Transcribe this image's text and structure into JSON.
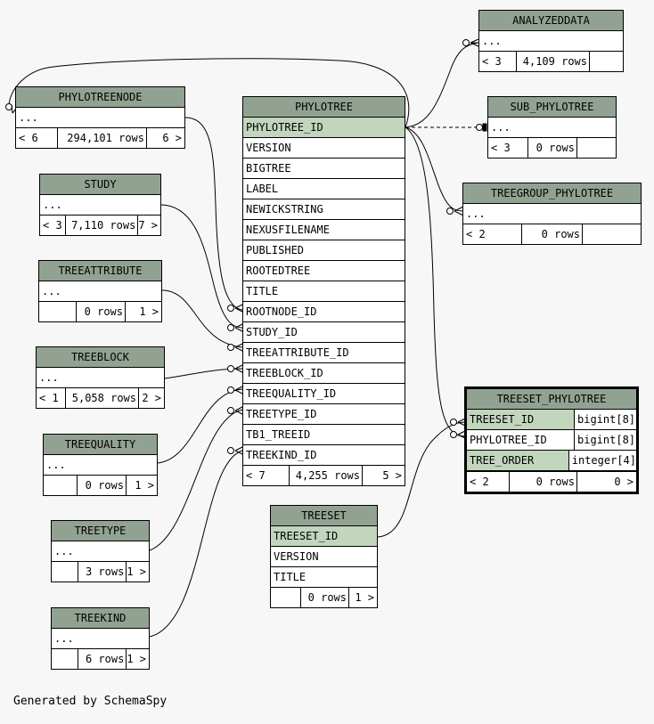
{
  "generated_by": "Generated by SchemaSpy",
  "tables": {
    "analyzeddata": {
      "name": "ANALYZEDDATA",
      "cols": [
        "..."
      ],
      "foot": [
        "< 3",
        "4,109 rows",
        ""
      ]
    },
    "phylotreenode": {
      "name": "PHYLOTREENODE",
      "cols": [
        "..."
      ],
      "foot": [
        "< 6",
        "294,101 rows",
        "6 >"
      ]
    },
    "phylotree": {
      "name": "PHYLOTREE",
      "pk": "PHYLOTREE_ID",
      "cols": [
        "VERSION",
        "BIGTREE",
        "LABEL",
        "NEWICKSTRING",
        "NEXUSFILENAME",
        "PUBLISHED",
        "ROOTEDTREE",
        "TITLE",
        "ROOTNODE_ID",
        "STUDY_ID",
        "TREEATTRIBUTE_ID",
        "TREEBLOCK_ID",
        "TREEQUALITY_ID",
        "TREETYPE_ID",
        "TB1_TREEID",
        "TREEKIND_ID"
      ],
      "foot": [
        "< 7",
        "4,255 rows",
        "5 >"
      ]
    },
    "sub_phylotree": {
      "name": "SUB_PHYLOTREE",
      "cols": [
        "..."
      ],
      "foot": [
        "< 3",
        "0 rows",
        ""
      ]
    },
    "treegroup_phylotree": {
      "name": "TREEGROUP_PHYLOTREE",
      "cols": [
        "..."
      ],
      "foot": [
        "< 2",
        "0 rows",
        ""
      ]
    },
    "study": {
      "name": "STUDY",
      "cols": [
        "..."
      ],
      "foot": [
        "< 3",
        "7,110 rows",
        "7 >"
      ]
    },
    "treeattribute": {
      "name": "TREEATTRIBUTE",
      "cols": [
        "..."
      ],
      "foot": [
        "",
        "0 rows",
        "1 >"
      ]
    },
    "treeblock": {
      "name": "TREEBLOCK",
      "cols": [
        "..."
      ],
      "foot": [
        "< 1",
        "5,058 rows",
        "2 >"
      ]
    },
    "treequality": {
      "name": "TREEQUALITY",
      "cols": [
        "..."
      ],
      "foot": [
        "",
        "0 rows",
        "1 >"
      ]
    },
    "treetype": {
      "name": "TREETYPE",
      "cols": [
        "..."
      ],
      "foot": [
        "",
        "3 rows",
        "1 >"
      ]
    },
    "treekind": {
      "name": "TREEKIND",
      "cols": [
        "..."
      ],
      "foot": [
        "",
        "6 rows",
        "1 >"
      ]
    },
    "treeset": {
      "name": "TREESET",
      "pk": "TREESET_ID",
      "cols": [
        "VERSION",
        "TITLE"
      ],
      "foot": [
        "",
        "0 rows",
        "1 >"
      ]
    },
    "treeset_phylotree": {
      "name": "TREESET_PHYLOTREE",
      "rows": [
        {
          "name": "TREESET_ID",
          "type": "bigint[8]"
        },
        {
          "name": "PHYLOTREE_ID",
          "type": "bigint[8]"
        },
        {
          "name": "TREE_ORDER",
          "type": "integer[4]"
        }
      ],
      "foot": [
        "< 2",
        "0 rows",
        "0 >"
      ]
    }
  },
  "colors": {
    "header": "#92a292",
    "pk_row": "#c1d6bd",
    "background": "#f7f7f7"
  }
}
